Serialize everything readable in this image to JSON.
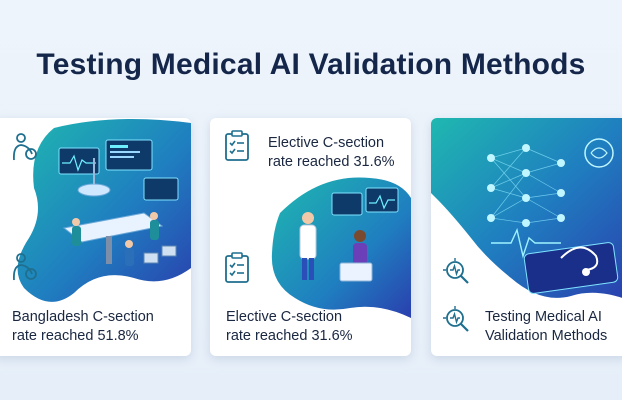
{
  "title": "Testing Medical AI Validation Methods",
  "cards": [
    {
      "caption_line1": "Bangladesh C-section",
      "caption_line2": "rate reached 51.8%"
    },
    {
      "top_caption_line1": "Elective C-section",
      "top_caption_line2": "rate reached 31.6%",
      "bottom_caption_line1": "Elective C-section",
      "bottom_caption_line2": "rate reached 31.6%"
    },
    {
      "caption_line1": "Testing Medical AI",
      "caption_line2": "Validation Methods"
    }
  ],
  "colors": {
    "teal": "#16a7b3",
    "blue": "#2a4fb8",
    "navy": "#14264a"
  }
}
